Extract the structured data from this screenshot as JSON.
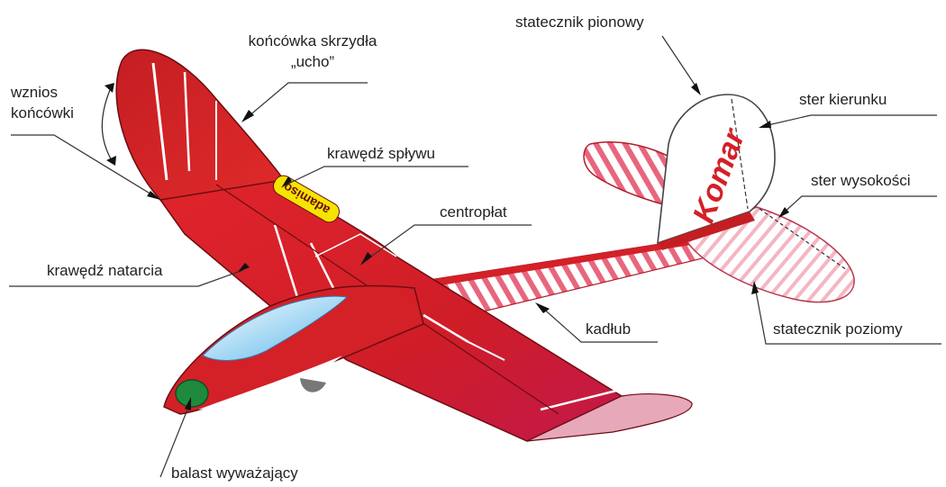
{
  "labels": {
    "wing_tip": "końcówka skrzydła",
    "wing_tip_ear": "„ucho”",
    "dihedral_line1": "wznios",
    "dihedral_line2": "końcówki",
    "trailing_edge": "krawędź spływu",
    "center_section": "centropłat",
    "leading_edge": "krawędź natarcia",
    "fuselage": "kadłub",
    "ballast": "balast wyważający",
    "vertical_stabilizer": "statecznik pionowy",
    "rudder": "ster kierunku",
    "elevator": "ster wysokości",
    "horizontal_stabilizer": "statecznik poziomy"
  },
  "markings": {
    "wing_decal": "adamiso",
    "fin_logo": "Komar"
  },
  "colors": {
    "wing_red": "#d42027",
    "wing_dark": "#a8161c",
    "accent_magenta": "#d81b5a",
    "canopy_blue": "#7cc8f0",
    "ballast_green": "#1f8a3c",
    "decal_yellow": "#f5e400",
    "leader_line": "#333333"
  }
}
